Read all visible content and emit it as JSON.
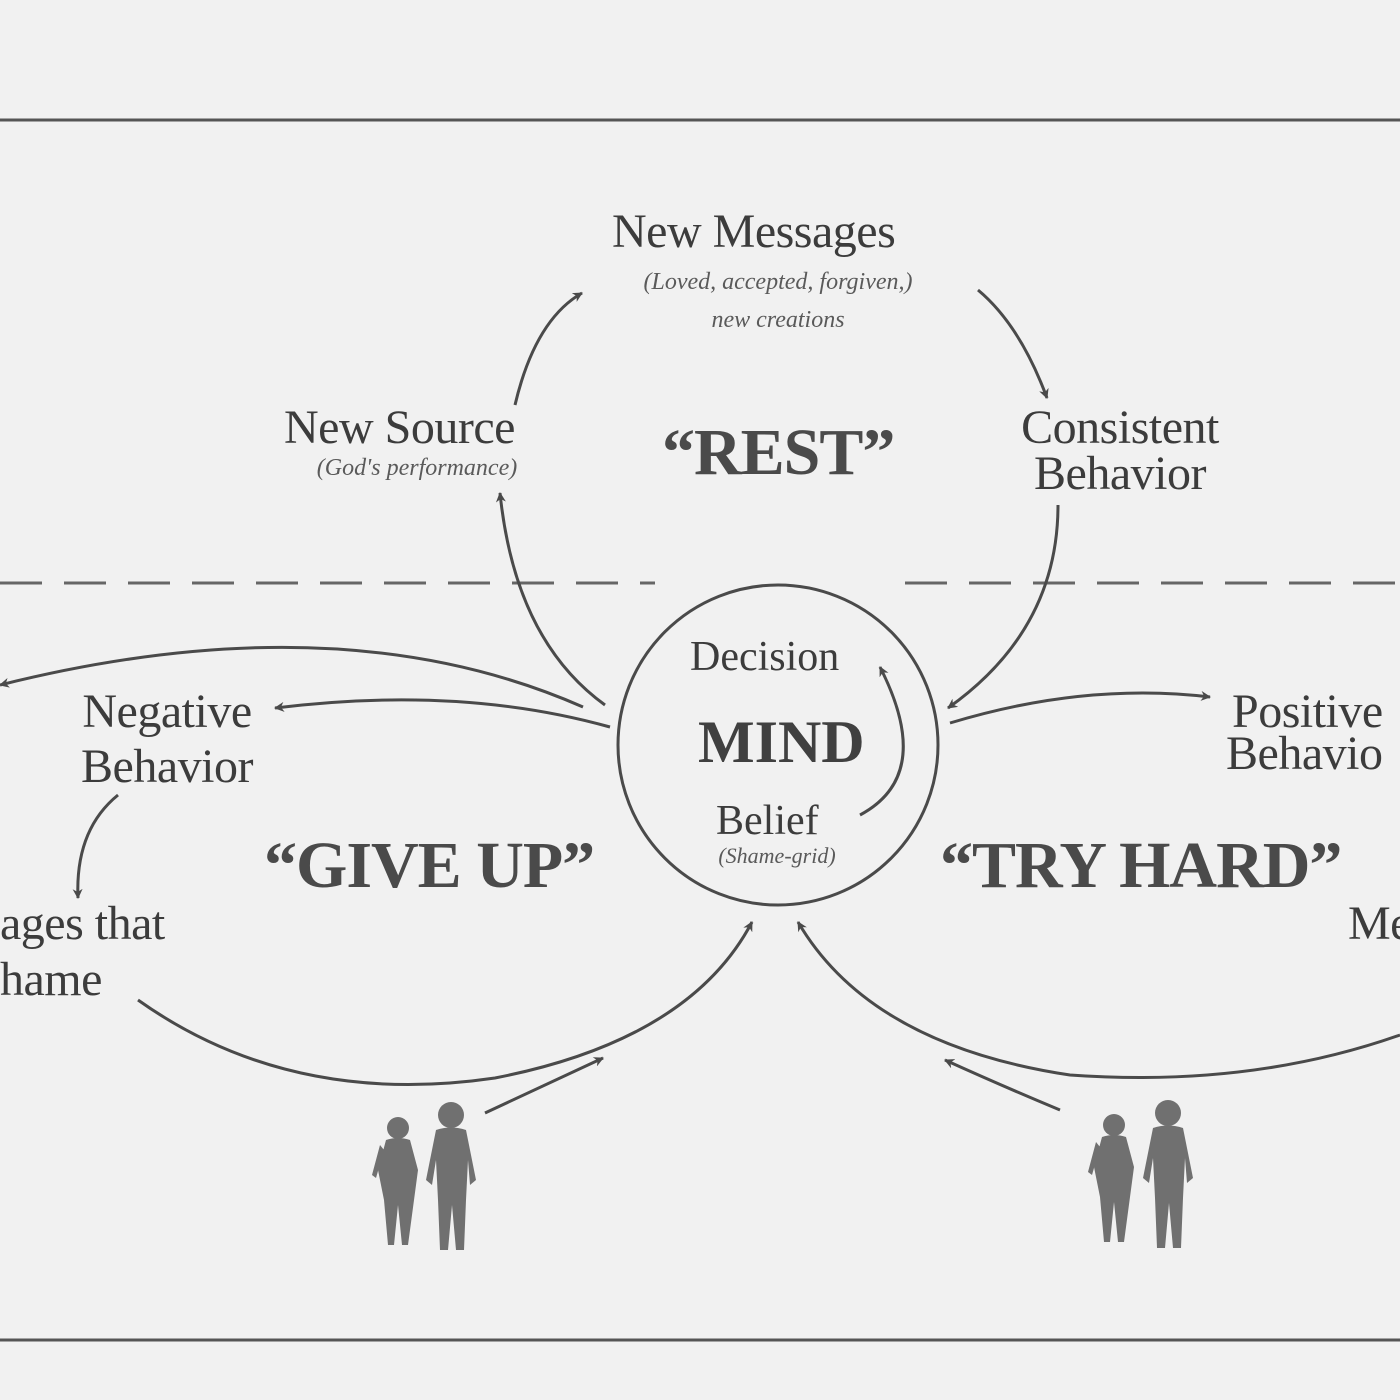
{
  "diagram": {
    "top": {
      "new_messages_title": "New Messages",
      "new_messages_sub": "(Loved, accepted, forgiven,)",
      "new_messages_sub2": "new creations",
      "new_source_title": "New Source",
      "new_source_sub": "(God's performance)",
      "consistent_1": "Consistent",
      "consistent_2": "Behavior",
      "rest": "“REST”"
    },
    "center": {
      "decision": "Decision",
      "mind": "MIND",
      "belief": "Belief",
      "belief_sub": "(Shame-grid)"
    },
    "left": {
      "negative_1": "Negative",
      "negative_2": "Behavior",
      "messages_1": "ages that",
      "messages_2": "hame",
      "give_up": "“GIVE UP”"
    },
    "right": {
      "positive_1": "Positive",
      "positive_2": "Behavio",
      "messages_partial": "Me",
      "try_hard": "“TRY HARD”"
    },
    "colors": {
      "ink": "#404040",
      "figure": "#707070",
      "background": "#f1f1f1"
    }
  }
}
